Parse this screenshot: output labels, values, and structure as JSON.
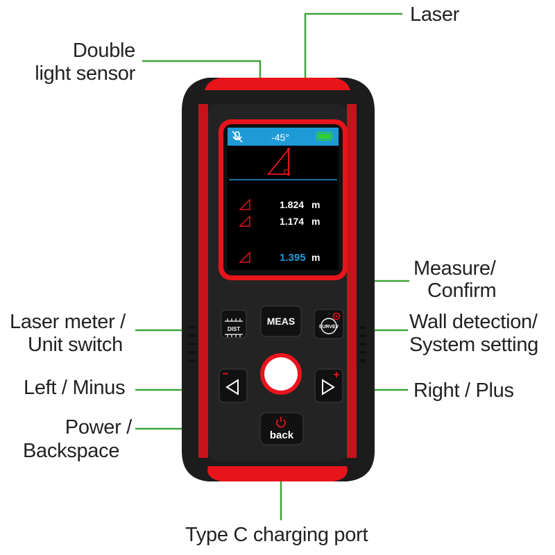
{
  "colors": {
    "leader_line": "#3fa33a",
    "body_red": "#e8141c",
    "body_black": "#1c1c1c",
    "screen_header": "#1e9bd7",
    "screen_bg": "#000000",
    "highlight_value": "#1e9bd7"
  },
  "callouts": {
    "laser": "Laser",
    "double_light_sensor_line1": "Double",
    "double_light_sensor_line2": "light sensor",
    "measure_confirm_line1": "Measure/",
    "measure_confirm_line2": "Confirm",
    "laser_meter_line1": "Laser meter /",
    "laser_meter_line2": "Unit switch",
    "wall_detection_line1": "Wall detection/",
    "wall_detection_line2": "System setting",
    "left_minus": "Left / Minus",
    "right_plus": "Right / Plus",
    "power_line1": "Power /",
    "power_line2": "Backspace",
    "type_c": "Type C charging port"
  },
  "screen": {
    "angle": "-45°",
    "reading_1": "1.824",
    "reading_2": "1.174",
    "reading_3": "1.395",
    "unit": "m"
  },
  "buttons": {
    "meas": "MEAS",
    "dist": "DIST",
    "survey": "SURVEY",
    "back": "back",
    "minus_sign": "−",
    "plus_sign": "+"
  },
  "icons": {
    "laser_off": "mic-off-icon",
    "battery": "battery-icon",
    "triangle": "triangle-icon",
    "left_arrow": "left-arrow-icon",
    "right_arrow": "right-arrow-icon",
    "power": "power-icon",
    "gear": "gear-icon"
  }
}
